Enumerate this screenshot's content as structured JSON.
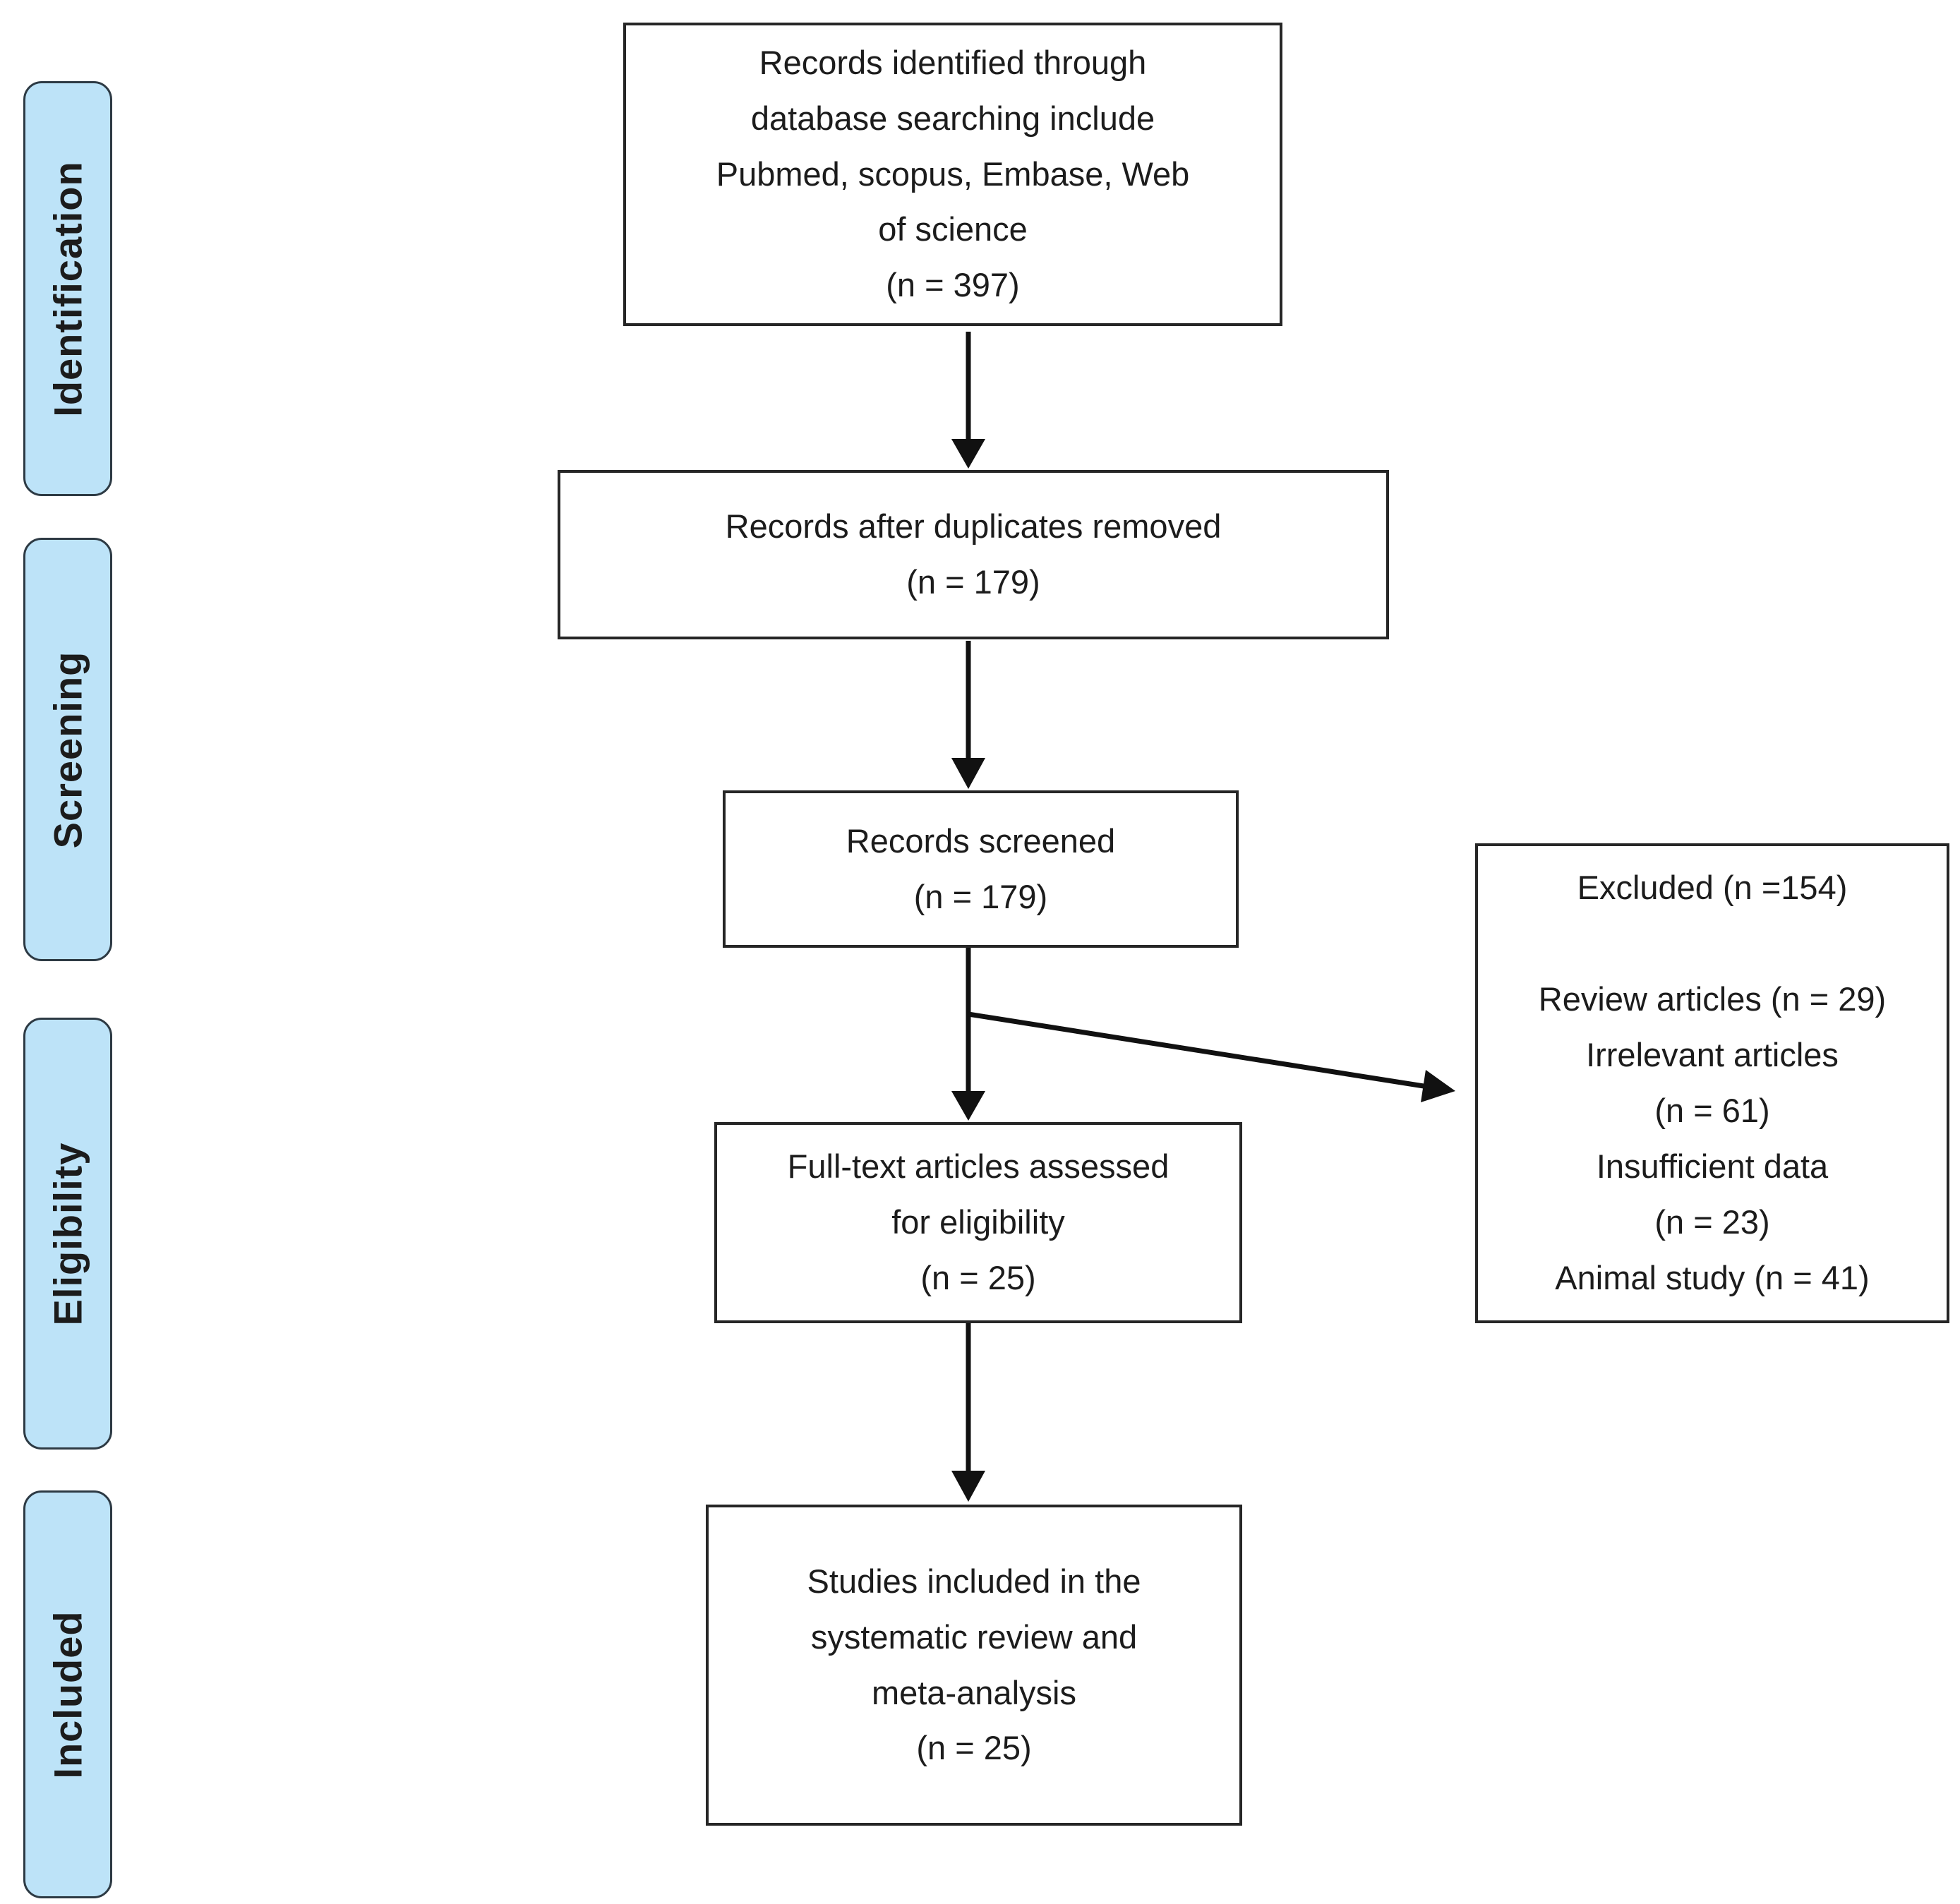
{
  "colors": {
    "background": "#ffffff",
    "stage_fill": "#bde3f8",
    "stage_border": "#2d3a44",
    "box_border": "#262626",
    "text": "#1c1c1c",
    "arrow": "#111111"
  },
  "stages": [
    {
      "label": "Identification"
    },
    {
      "label": "Screening"
    },
    {
      "label": "Eligibility"
    },
    {
      "label": "Included"
    }
  ],
  "flow": {
    "identified": {
      "text": "Records identified through\ndatabase searching include\nPubmed, scopus, Embase, Web\nof science\n(n = 397)",
      "n": 397
    },
    "deduplicated": {
      "text": "Records after duplicates removed\n(n = 179)",
      "n": 179
    },
    "screened": {
      "text": "Records screened\n(n = 179)",
      "n": 179
    },
    "fulltext": {
      "text": "Full-text articles assessed\nfor eligibility\n(n = 25)",
      "n": 25
    },
    "included": {
      "text": "Studies included in the\nsystematic review and\nmeta-analysis\n(n = 25)",
      "n": 25
    },
    "excluded": {
      "text": "Excluded (n =154)\n\nReview articles (n = 29)\nIrrelevant articles\n(n = 61)\nInsufficient data\n(n = 23)\nAnimal study (n = 41)",
      "n": 154,
      "reasons": [
        {
          "label": "Review articles",
          "n": 29
        },
        {
          "label": "Irrelevant articles",
          "n": 61
        },
        {
          "label": "Insufficient data",
          "n": 23
        },
        {
          "label": "Animal study",
          "n": 41
        }
      ]
    }
  }
}
